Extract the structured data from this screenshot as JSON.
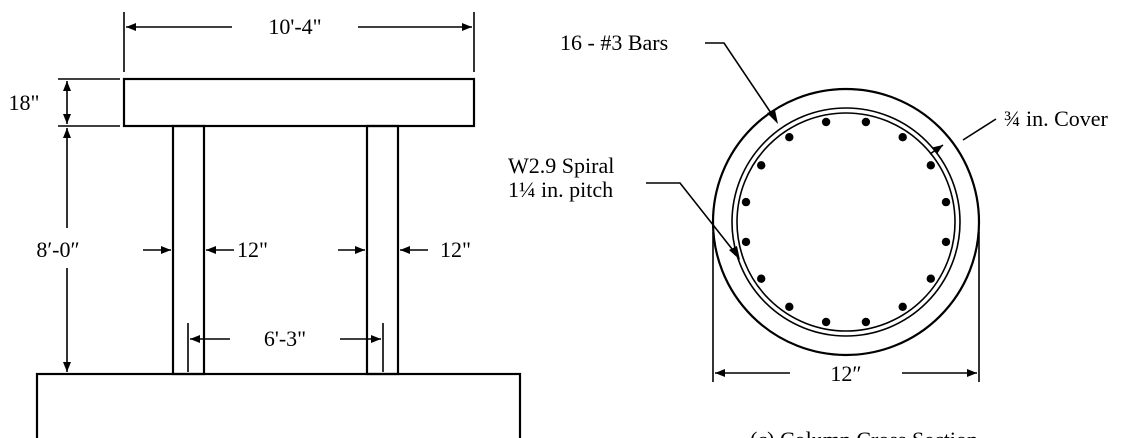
{
  "frame": {
    "width_label": "10'-4\"",
    "beam_depth_label": "18\"",
    "column_height_label": "8′-0″",
    "left_column_width_label": "12\"",
    "right_column_width_label": "12\"",
    "column_spacing_label": "6'-3\""
  },
  "section": {
    "bars_label": "16 - #3 Bars",
    "bar_count": 16,
    "spiral_label_line1": "W2.9 Spiral",
    "spiral_label_line2": "1¼ in. pitch",
    "cover_label": "¾ in. Cover",
    "diameter_label": "12″",
    "caption": "(c) Column Cross Section"
  },
  "colors": {
    "ink": "#000000",
    "background": "#ffffff"
  }
}
